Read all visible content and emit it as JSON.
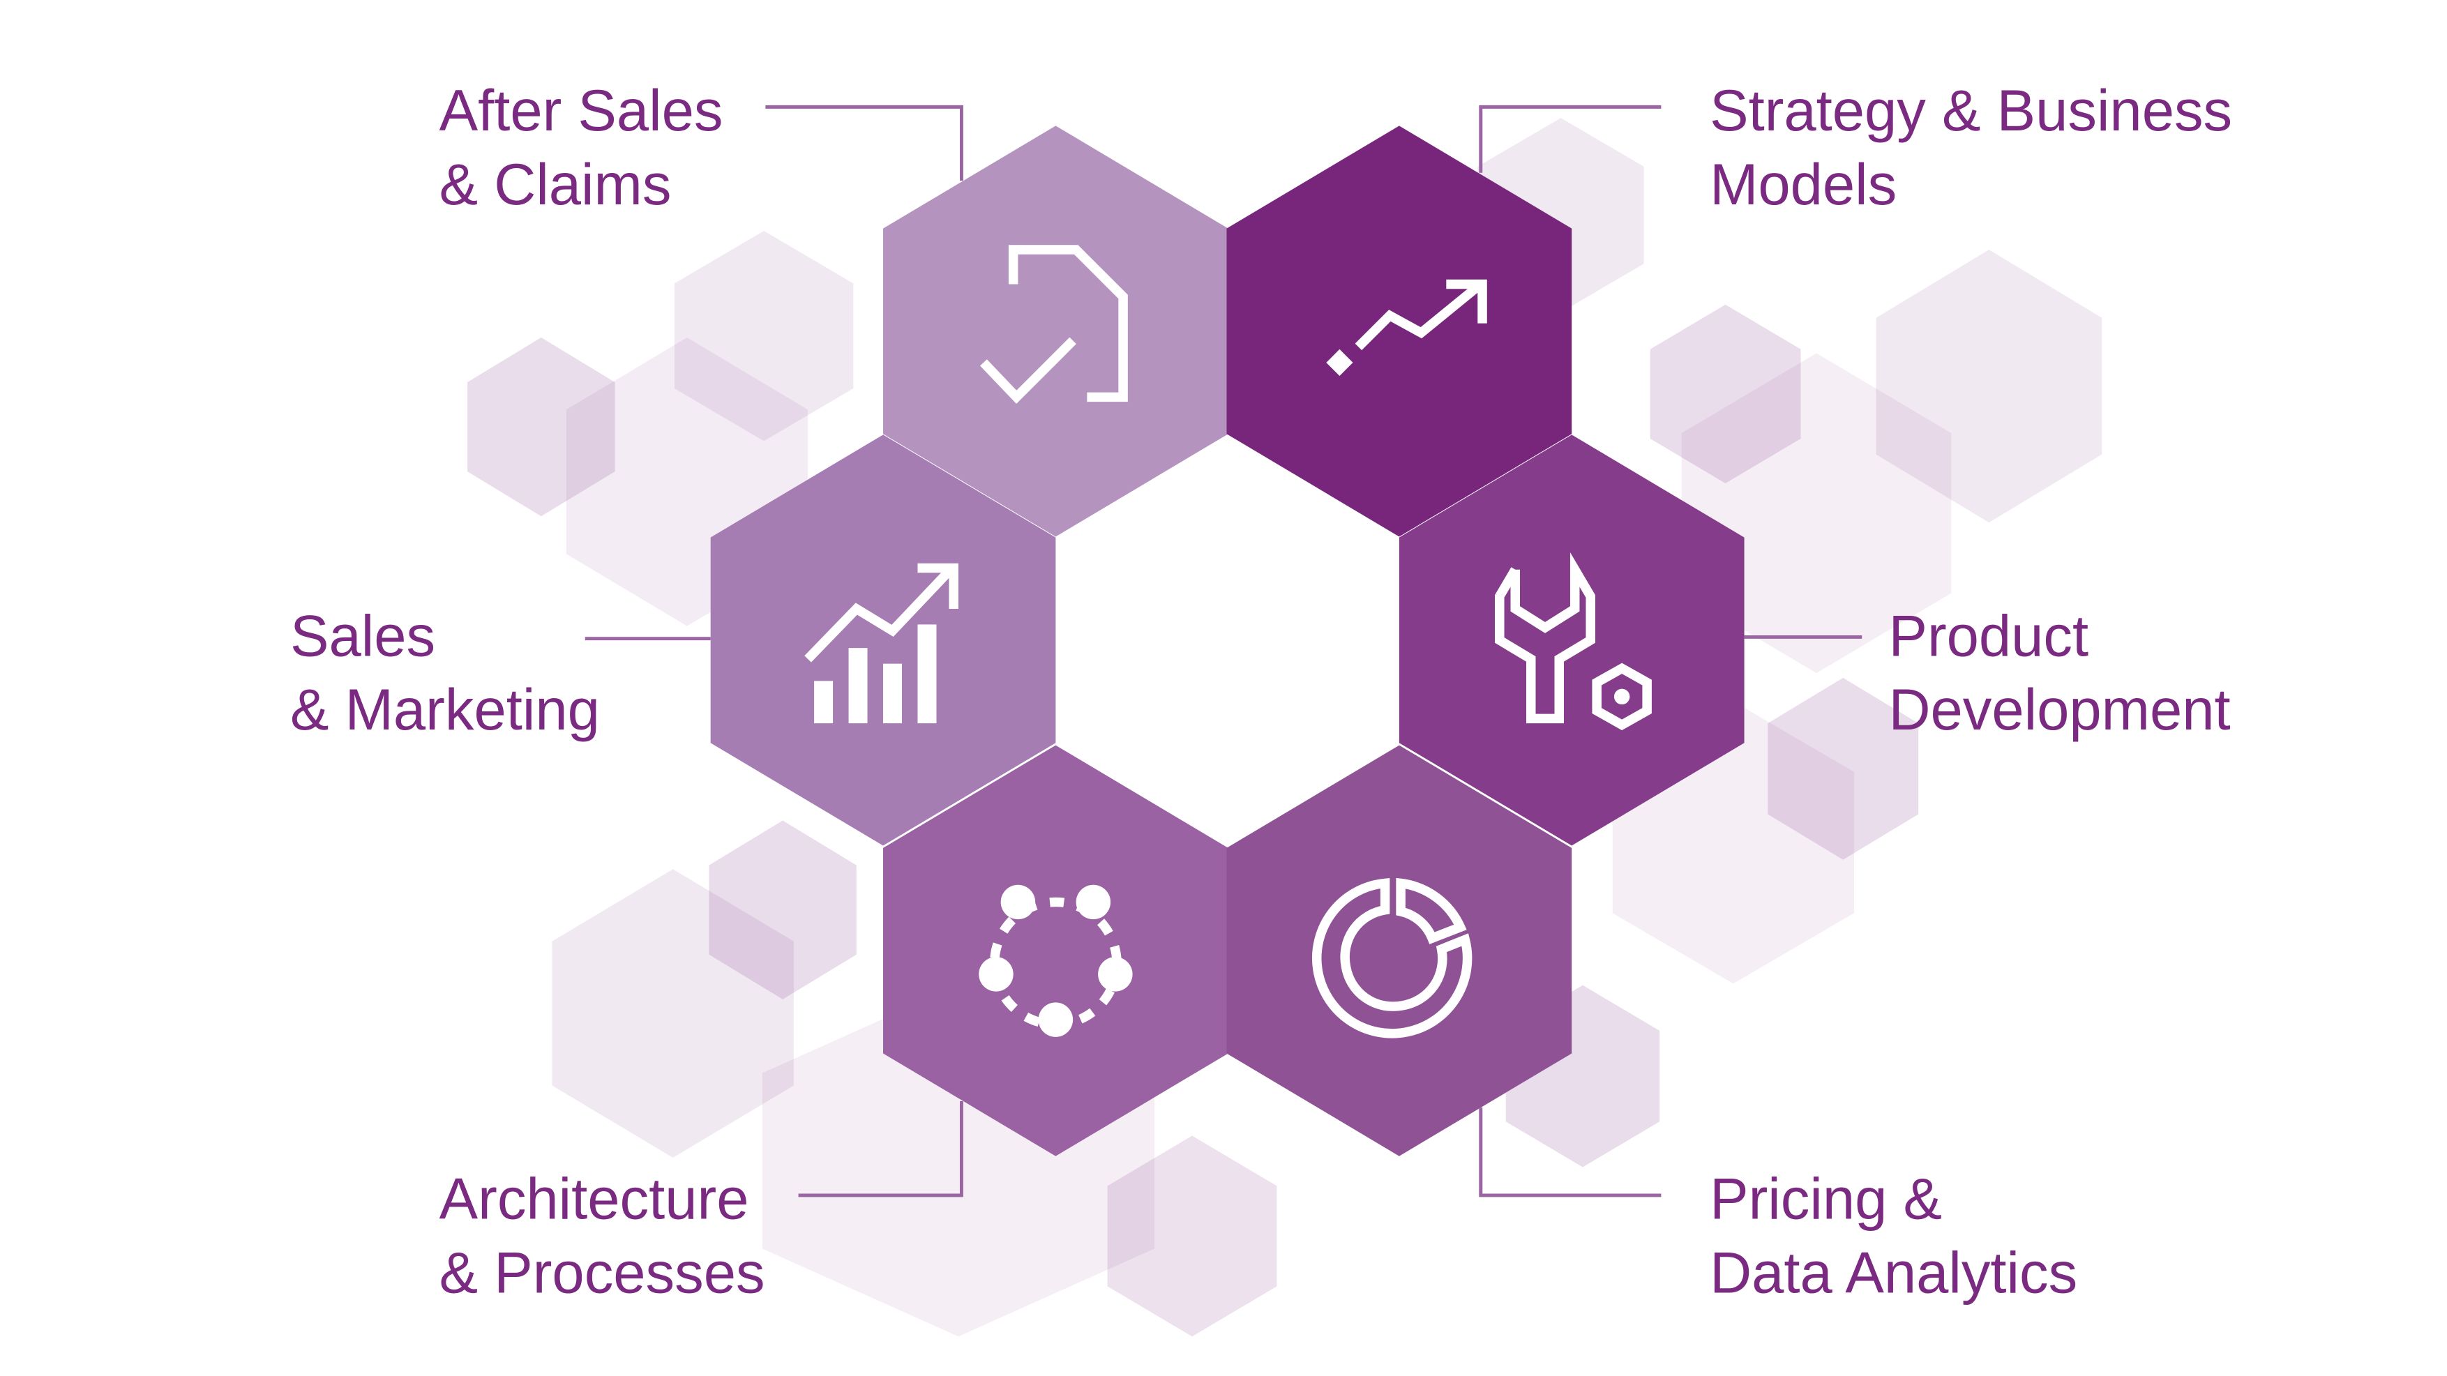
{
  "colors": {
    "text": "#7a2a80",
    "after_sales": "#b493be",
    "strategy": "#77267c",
    "sales": "#a67db2",
    "product": "#853c8a",
    "architecture": "#9a62a2",
    "pricing": "#8f5395"
  },
  "segments": [
    {
      "id": "after_sales",
      "lines": [
        "After Sales",
        "& Claims"
      ],
      "icon": "document-check-icon"
    },
    {
      "id": "strategy",
      "lines": [
        "Strategy & Business",
        "Models"
      ],
      "icon": "trend-arrow-icon"
    },
    {
      "id": "sales",
      "lines": [
        "Sales",
        "& Marketing"
      ],
      "icon": "bar-chart-growth-icon"
    },
    {
      "id": "product",
      "lines": [
        "Product",
        "Development"
      ],
      "icon": "wrench-nut-icon"
    },
    {
      "id": "architecture",
      "lines": [
        "Architecture",
        "& Processes"
      ],
      "icon": "network-circle-icon"
    },
    {
      "id": "pricing",
      "lines": [
        "Pricing &",
        "Data Analytics"
      ],
      "icon": "donut-chart-icon"
    }
  ]
}
